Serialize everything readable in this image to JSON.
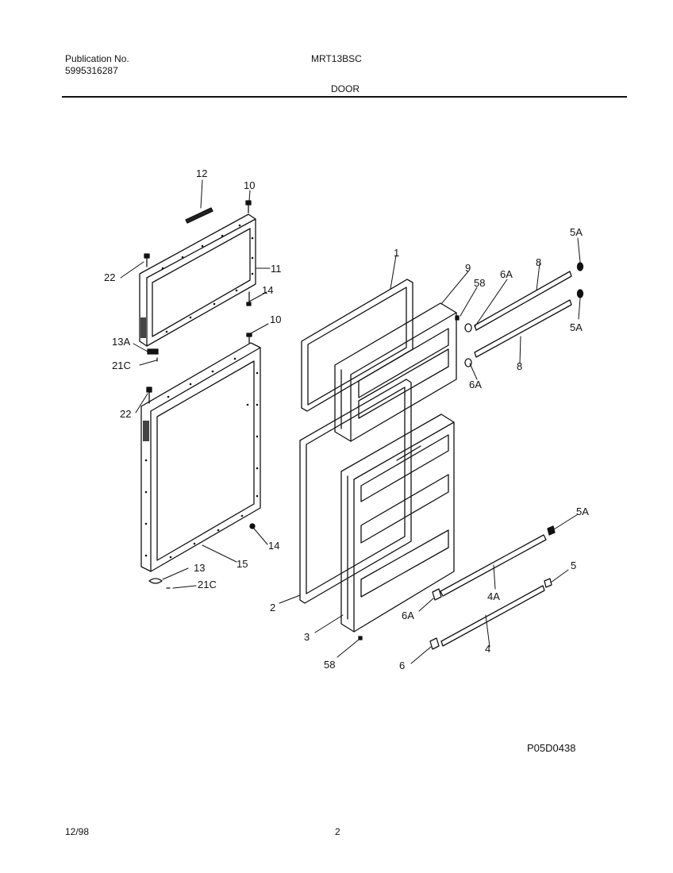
{
  "header": {
    "publication_label": "Publication No.",
    "publication_number": "5995316287",
    "model": "MRT13BSC",
    "section": "DOOR"
  },
  "callouts": [
    {
      "id": "c12",
      "text": "12"
    },
    {
      "id": "c10a",
      "text": "10"
    },
    {
      "id": "c22a",
      "text": "22"
    },
    {
      "id": "c11",
      "text": "11"
    },
    {
      "id": "c14a",
      "text": "14"
    },
    {
      "id": "c13A",
      "text": "13A"
    },
    {
      "id": "c21Ca",
      "text": "21C"
    },
    {
      "id": "c10b",
      "text": "10"
    },
    {
      "id": "c22b",
      "text": "22"
    },
    {
      "id": "c14b",
      "text": "14"
    },
    {
      "id": "c15",
      "text": "15"
    },
    {
      "id": "c13",
      "text": "13"
    },
    {
      "id": "c21Cb",
      "text": "21C"
    },
    {
      "id": "c1",
      "text": "1"
    },
    {
      "id": "c9",
      "text": "9"
    },
    {
      "id": "c58a",
      "text": "58"
    },
    {
      "id": "c6Aa",
      "text": "6A"
    },
    {
      "id": "c8a",
      "text": "8"
    },
    {
      "id": "c5Aa",
      "text": "5A"
    },
    {
      "id": "c5Ab",
      "text": "5A"
    },
    {
      "id": "c8b",
      "text": "8"
    },
    {
      "id": "c6Ab",
      "text": "6A"
    },
    {
      "id": "c2",
      "text": "2"
    },
    {
      "id": "c3",
      "text": "3"
    },
    {
      "id": "c58b",
      "text": "58"
    },
    {
      "id": "c5Ac",
      "text": "5A"
    },
    {
      "id": "c5",
      "text": "5"
    },
    {
      "id": "c4A",
      "text": "4A"
    },
    {
      "id": "c6Ac",
      "text": "6A"
    },
    {
      "id": "c4",
      "text": "4"
    },
    {
      "id": "c6",
      "text": "6"
    }
  ],
  "drawing_code": "P05D0438",
  "footer": {
    "date": "12/98",
    "page": "2"
  }
}
